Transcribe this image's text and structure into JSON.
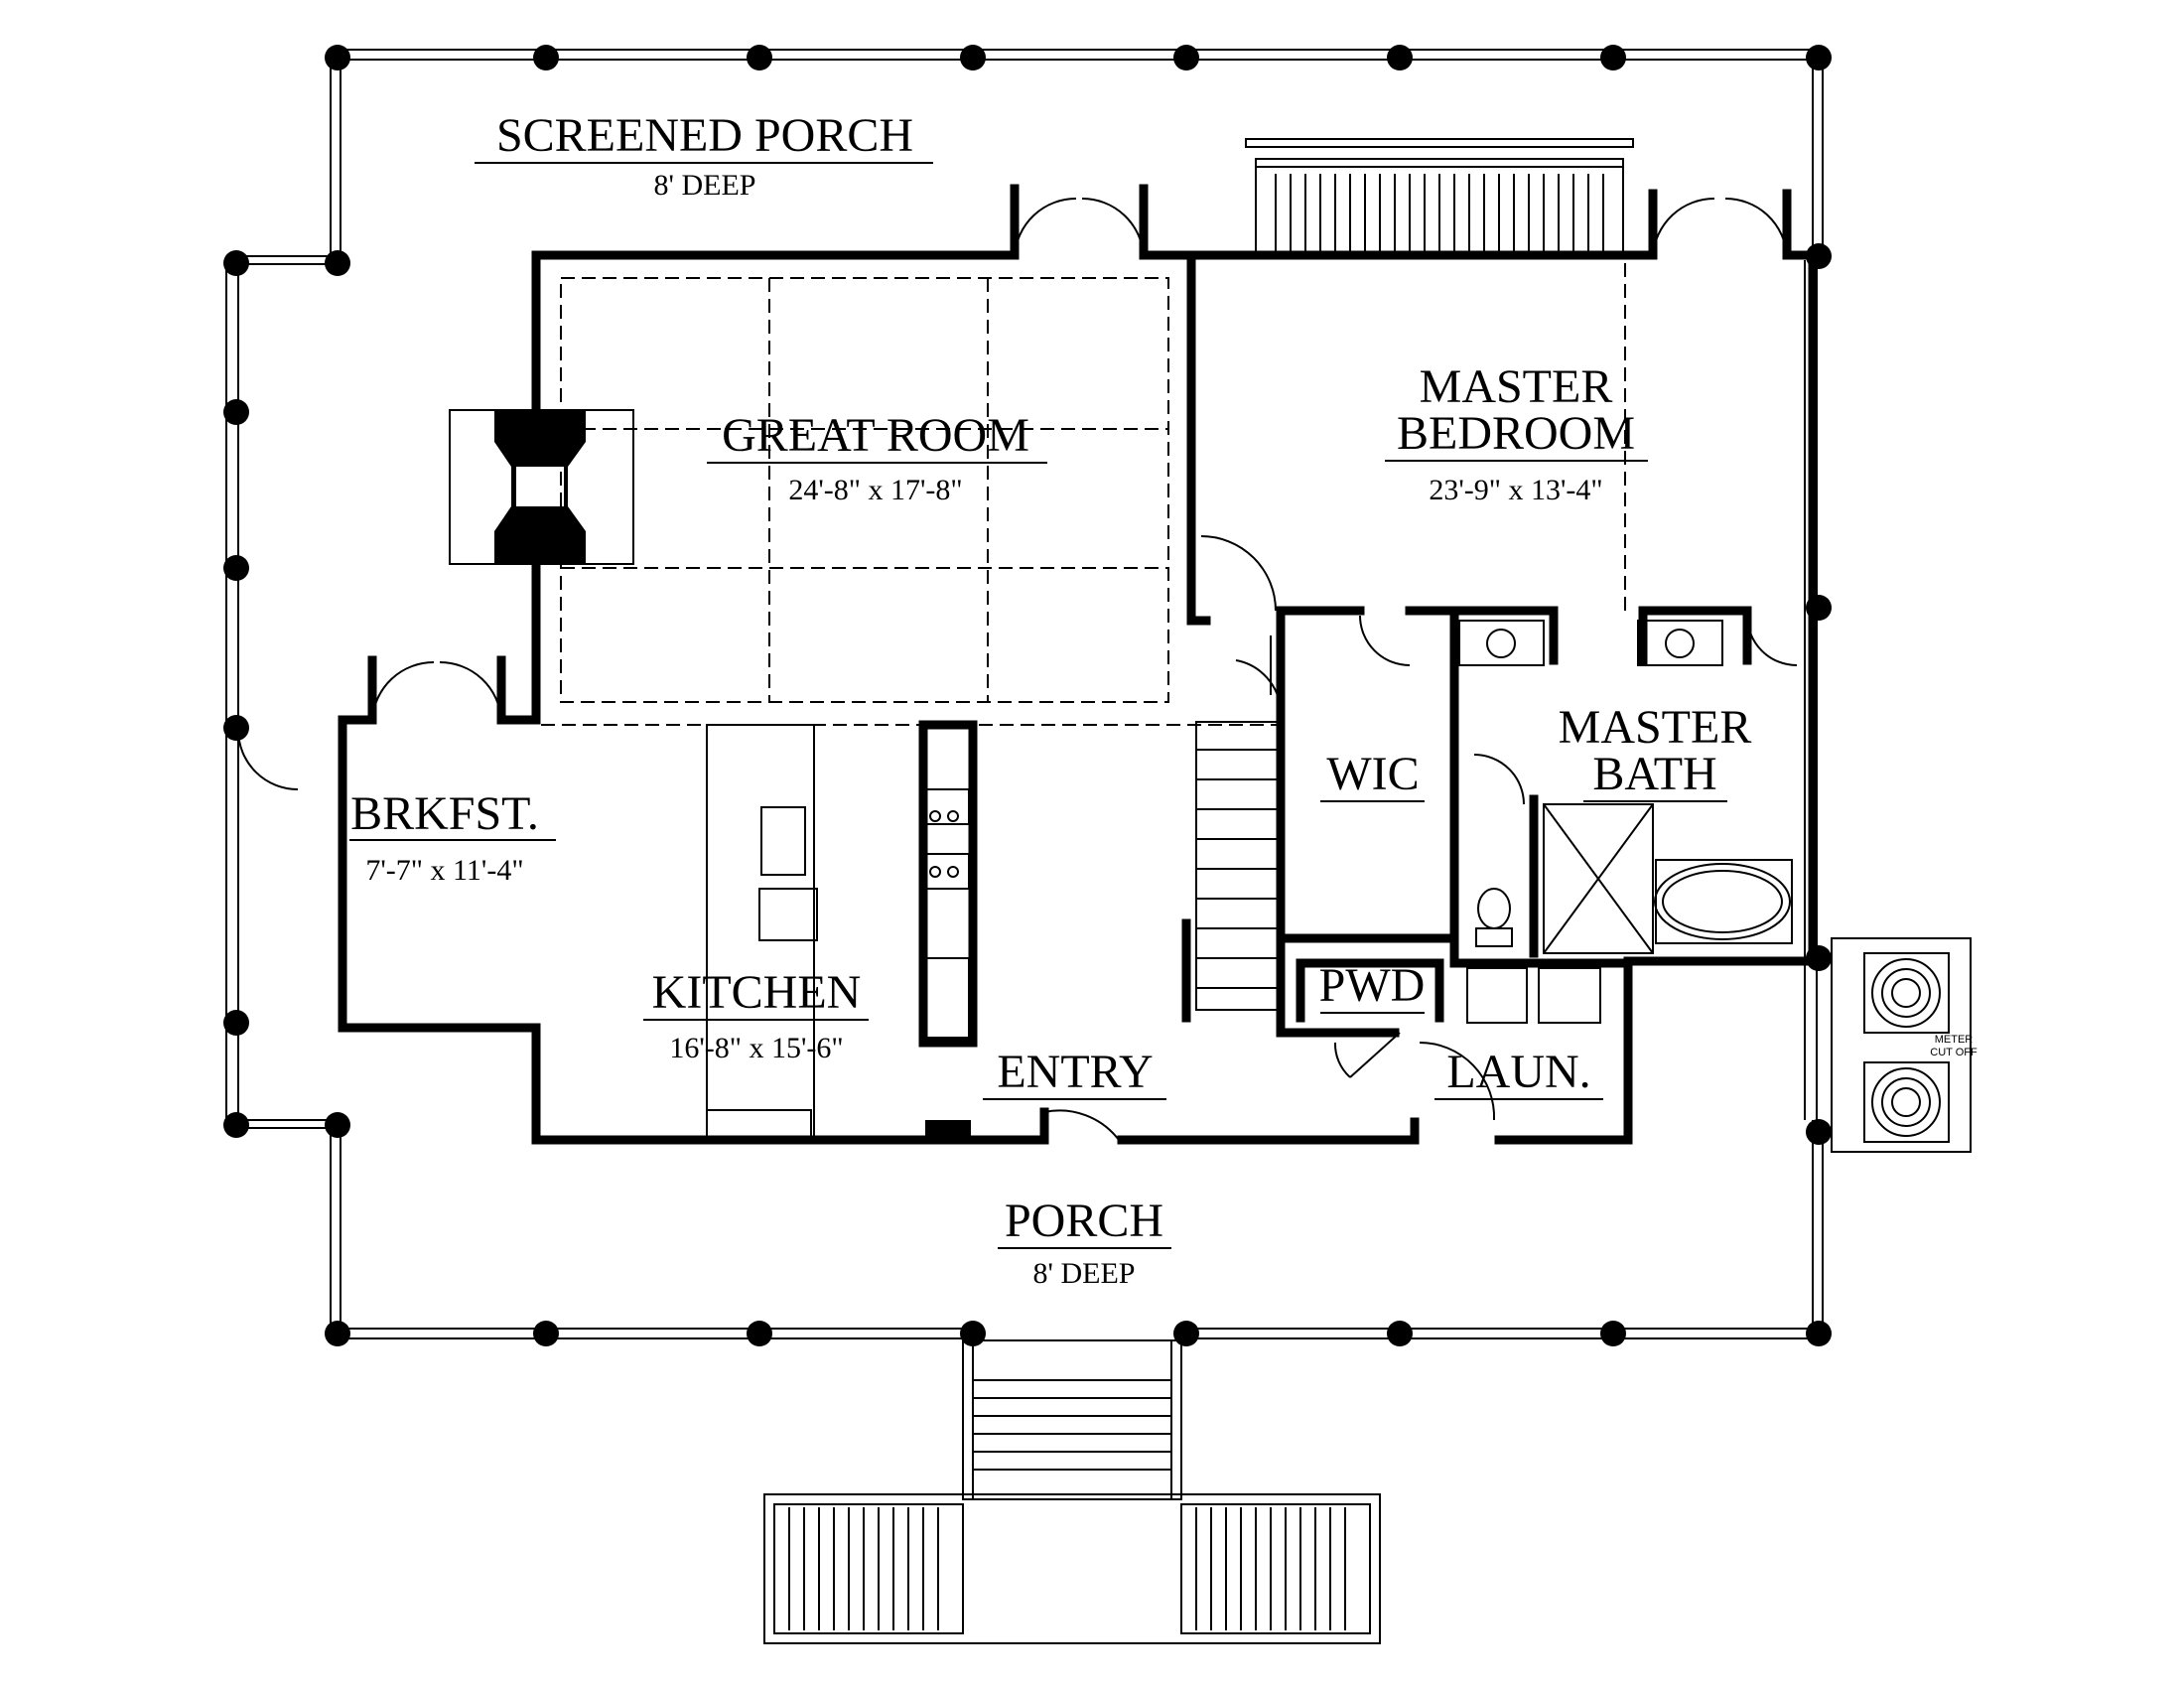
{
  "rooms": {
    "screened_porch": {
      "name": "SCREENED PORCH",
      "dims": "8' DEEP"
    },
    "great_room": {
      "name": "GREAT ROOM",
      "dims": "24'-8\" x 17'-8\""
    },
    "master_bedroom": {
      "name_line1": "MASTER",
      "name_line2": "BEDROOM",
      "dims": "23'-9\" x 13'-4\""
    },
    "brkfst": {
      "name": "BRKFST.",
      "dims": "7'-7\" x 11'-4\""
    },
    "kitchen": {
      "name": "KITCHEN",
      "dims": "16'-8\" x 15'-6\""
    },
    "wic": {
      "name": "WIC"
    },
    "master_bath": {
      "name_line1": "MASTER",
      "name_line2": "BATH"
    },
    "pwd": {
      "name": "PWD"
    },
    "entry": {
      "name": "ENTRY"
    },
    "laun": {
      "name": "LAUN."
    },
    "porch": {
      "name": "PORCH",
      "dims": "8' DEEP"
    }
  },
  "notes": {
    "meter": "METER",
    "cut_off": "CUT OFF"
  }
}
